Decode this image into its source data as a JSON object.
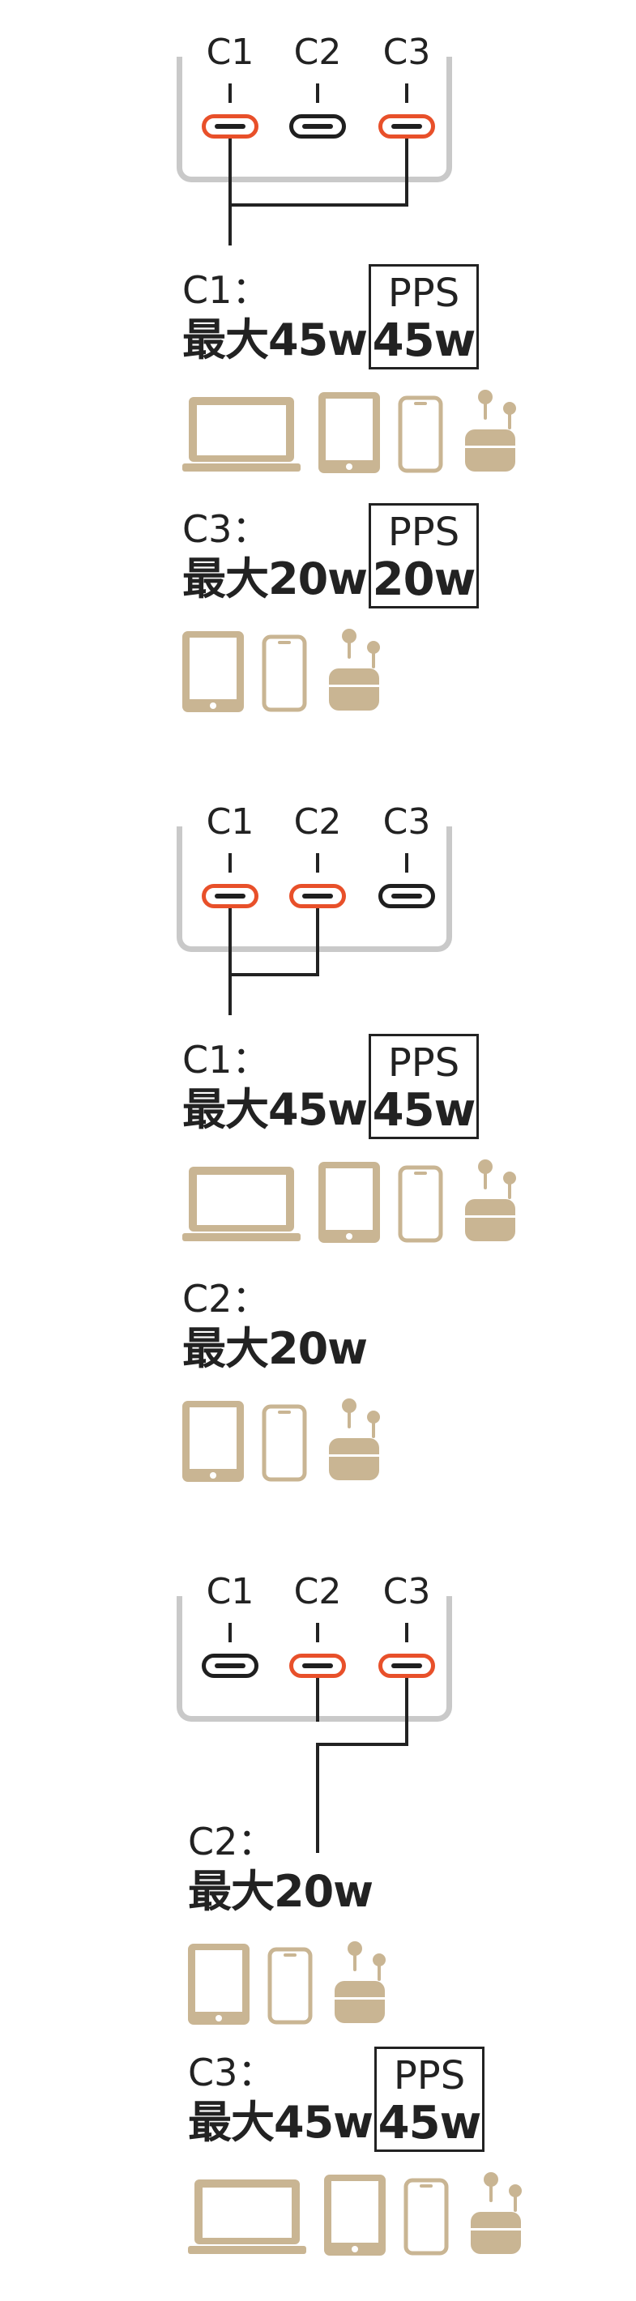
{
  "accent_color": "#e8502a",
  "device_icon_color": "#c9b593",
  "port_names": [
    "C1",
    "C2",
    "C3"
  ],
  "scenarios": [
    {
      "active_ports": [
        "C1",
        "C3"
      ],
      "outputs": [
        {
          "port_label": "C1：",
          "max_label": "最大45w",
          "pps_top": "PPS",
          "pps_bottom": "45w",
          "devices": [
            "laptop-icon",
            "tablet-icon",
            "phone-icon",
            "earbuds-icon"
          ]
        },
        {
          "port_label": "C3：",
          "max_label": "最大20w",
          "pps_top": "PPS",
          "pps_bottom": "20w",
          "devices": [
            "tablet-icon",
            "phone-icon",
            "earbuds-icon"
          ]
        }
      ]
    },
    {
      "active_ports": [
        "C1",
        "C2"
      ],
      "outputs": [
        {
          "port_label": "C1：",
          "max_label": "最大45w",
          "pps_top": "PPS",
          "pps_bottom": "45w",
          "devices": [
            "laptop-icon",
            "tablet-icon",
            "phone-icon",
            "earbuds-icon"
          ]
        },
        {
          "port_label": "C2：",
          "max_label": "最大20w",
          "devices": [
            "tablet-icon",
            "phone-icon",
            "earbuds-icon"
          ]
        }
      ]
    },
    {
      "active_ports": [
        "C2",
        "C3"
      ],
      "outputs": [
        {
          "port_label": "C2：",
          "max_label": "最大20w",
          "devices": [
            "tablet-icon",
            "phone-icon",
            "earbuds-icon"
          ]
        },
        {
          "port_label": "C3：",
          "max_label": "最大45w",
          "pps_top": "PPS",
          "pps_bottom": "45w",
          "devices": [
            "laptop-icon",
            "tablet-icon",
            "phone-icon",
            "earbuds-icon"
          ]
        }
      ]
    }
  ]
}
